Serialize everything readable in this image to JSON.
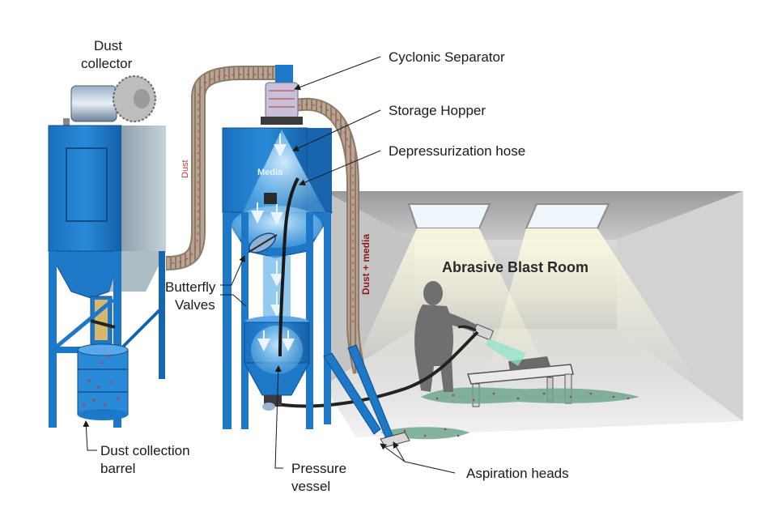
{
  "labels": {
    "dust_collector_line1": "Dust",
    "dust_collector_line2": "collector",
    "cyclonic_separator": "Cyclonic Separator",
    "storage_hopper": "Storage Hopper",
    "depressurization_hose": "Depressurization hose",
    "abrasive_blast_room": "Abrasive Blast Room",
    "butterfly_valves_line1": "Butterfly",
    "butterfly_valves_line2": "Valves",
    "dust_collection_barrel_line1": "Dust collection",
    "dust_collection_barrel_line2": "barrel",
    "pressure_vessel_line1": "Pressure",
    "pressure_vessel_line2": "vessel",
    "aspiration_heads": "Aspiration heads"
  },
  "flows": {
    "dust": "Dust",
    "media_upper": "Media",
    "dust_plus_media": "Dust + media"
  },
  "colors": {
    "equipment_blue": "#1e78c8",
    "equipment_blue_dark": "#1560a8",
    "hose": "#b9a594",
    "room_wall": "#c8c8c8",
    "room_floor": "#dcdcdc",
    "dust_particles": "#c0392b",
    "media_glow": "#bfe6ff"
  }
}
